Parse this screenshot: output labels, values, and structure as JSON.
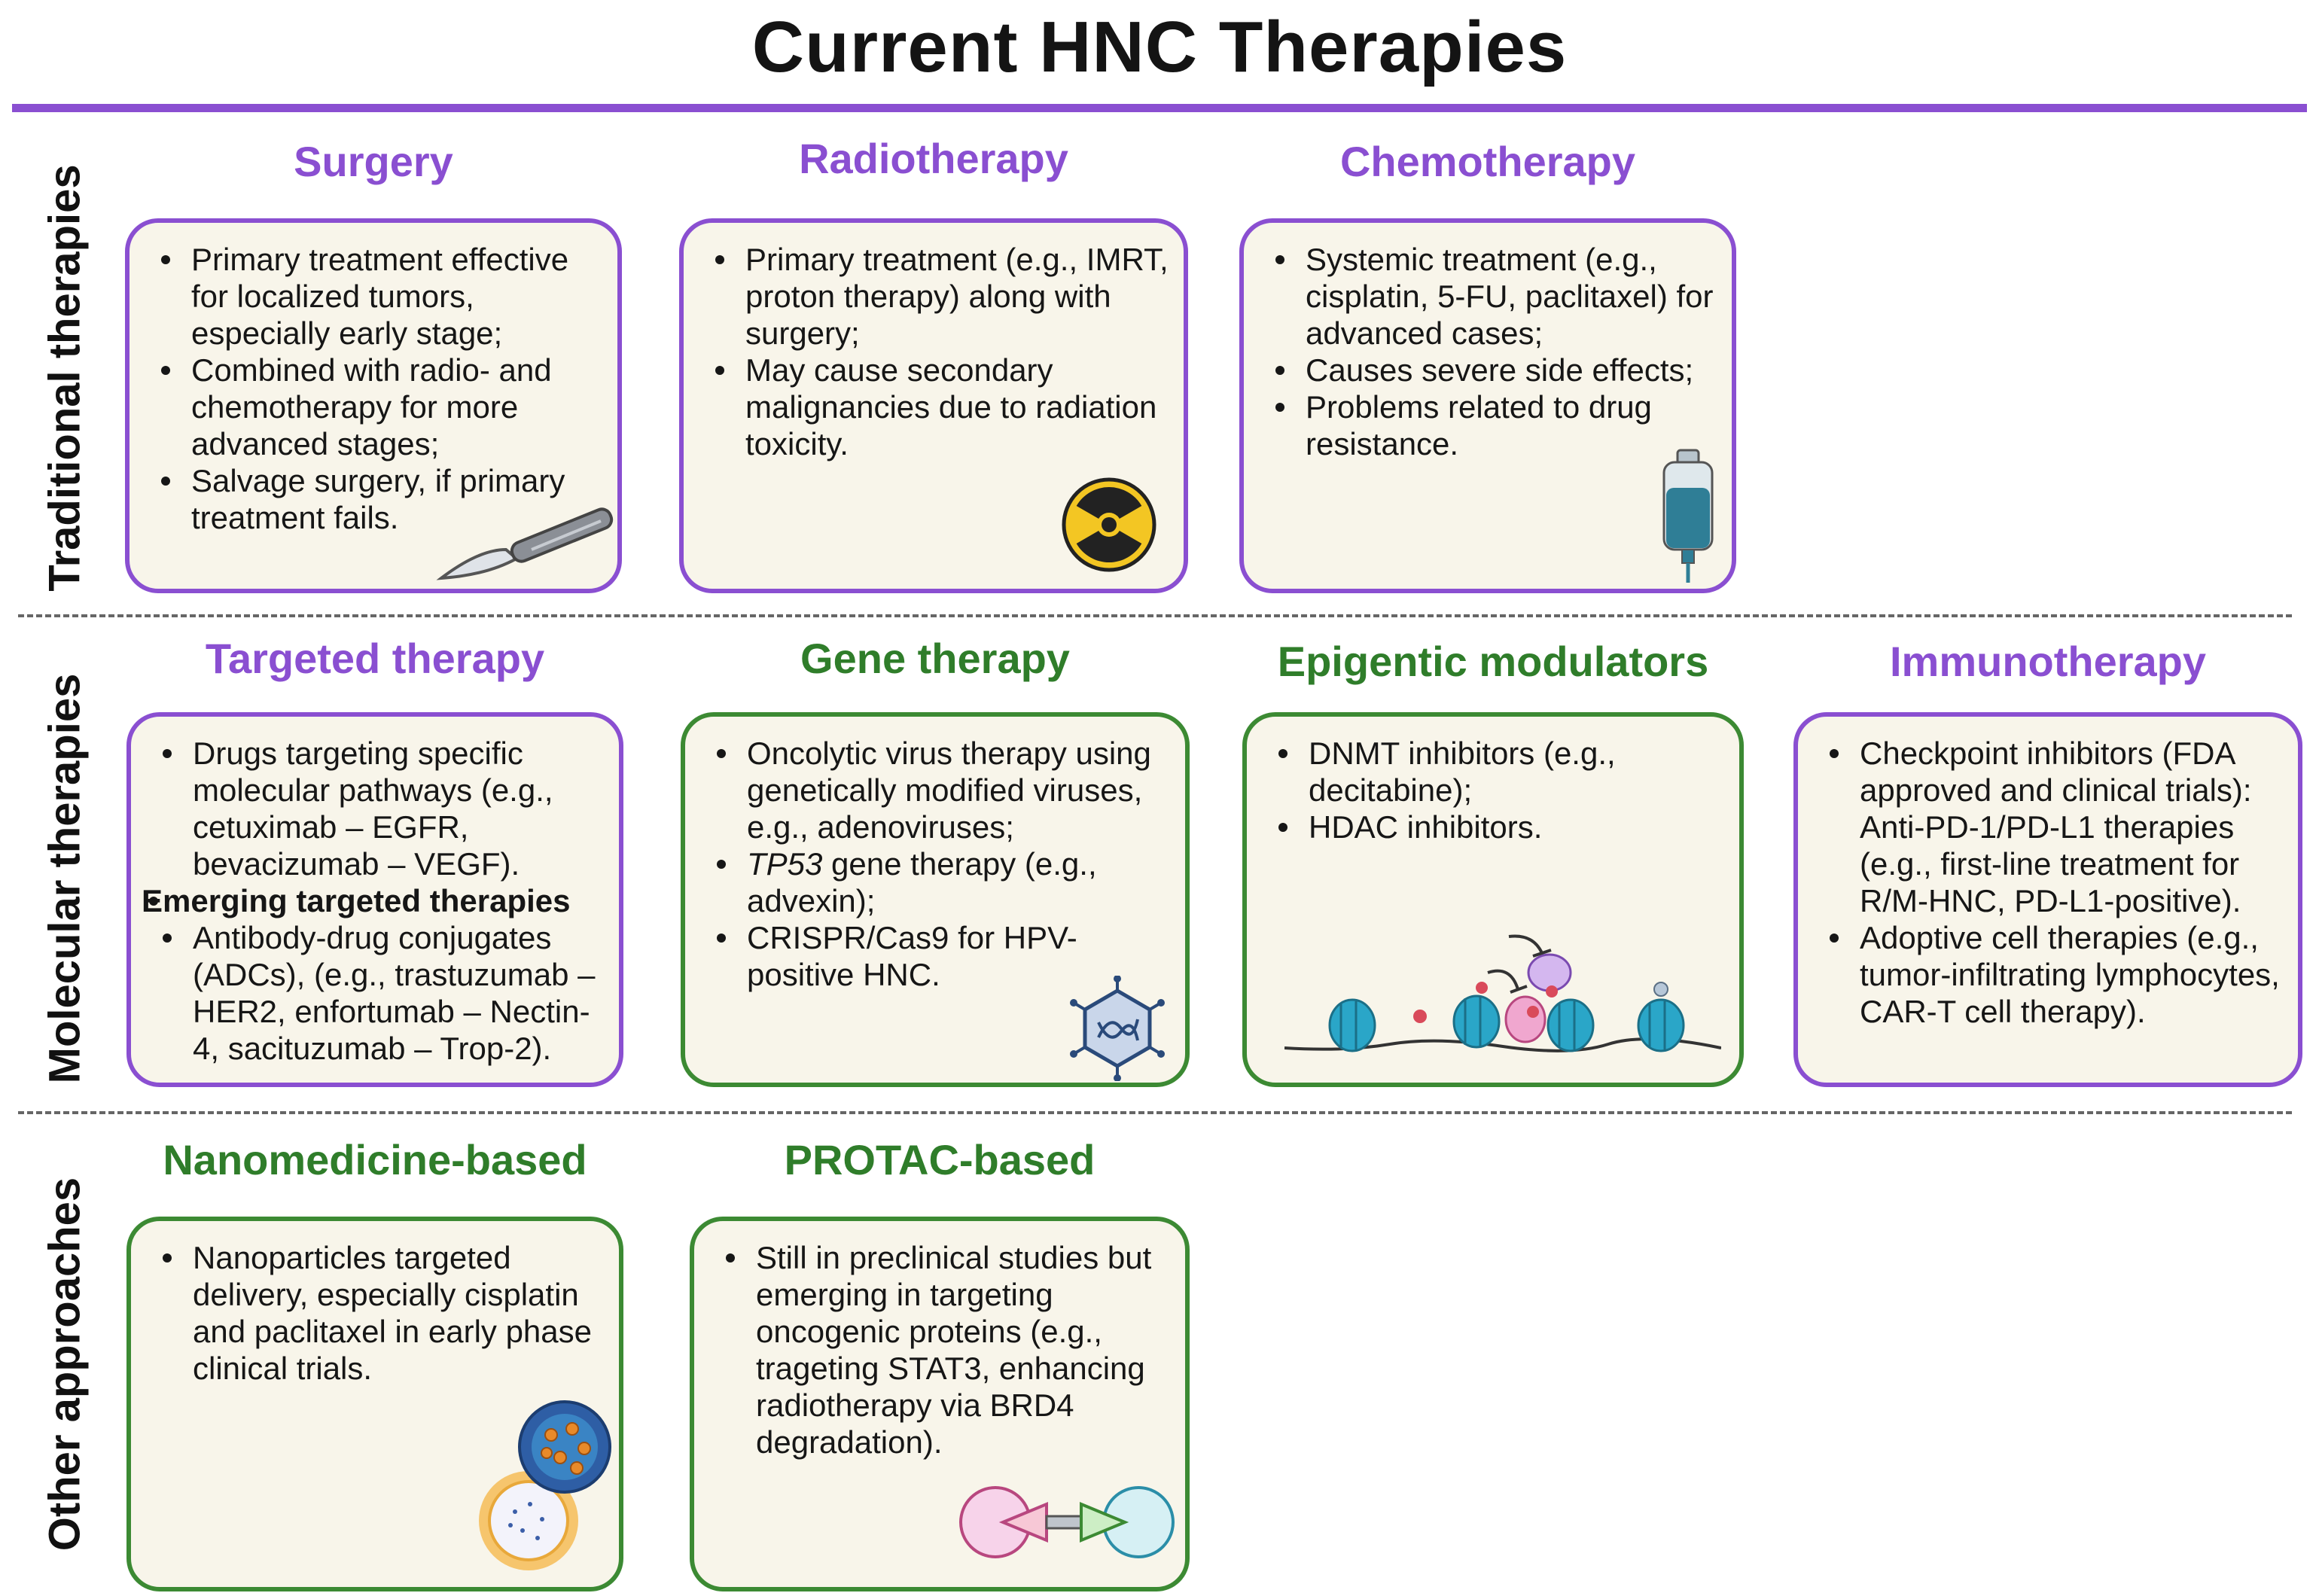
{
  "title": "Current HNC Therapies",
  "colors": {
    "accent_purple": "#8a4fd1",
    "accent_green": "#2f7d2a",
    "card_fill": "#f8f5ea"
  },
  "sections": {
    "traditional": "Traditional therapies",
    "molecular": "Molecular therapies",
    "other": "Other approaches"
  },
  "cards": {
    "surgery": {
      "heading": "Surgery",
      "bullets": [
        "Primary treatment effective for localized tumors, especially early stage;",
        "Combined with radio- and chemotherapy for more advanced stages;",
        "Salvage surgery, if primary treatment fails."
      ],
      "icon": "scalpel-icon"
    },
    "radiotherapy": {
      "heading": "Radiotherapy",
      "bullets": [
        "Primary treatment (e.g., IMRT, proton therapy) along with surgery;",
        "May cause secondary malignancies due to radiation toxicity."
      ],
      "icon": "radiation-icon"
    },
    "chemotherapy": {
      "heading": "Chemotherapy",
      "bullets": [
        "Systemic treatment (e.g., cisplatin, 5-FU, paclitaxel) for advanced cases;",
        "Causes severe side effects;",
        "Problems related to drug resistance."
      ],
      "icon": "iv-bag-icon"
    },
    "targeted": {
      "heading": "Targeted therapy",
      "bullets": [
        "Drugs targeting specific molecular pathways (e.g., cetuximab – EGFR, bevacizumab – VEGF)."
      ],
      "subheading": "Emerging targeted therapies",
      "sub_bullets": [
        "Antibody-drug conjugates (ADCs), (e.g., trastuzumab – HER2, enfortumab – Nectin-4, sacituzumab – Trop-2)."
      ]
    },
    "gene": {
      "heading": "Gene therapy",
      "bullet1": "Oncolytic virus therapy using genetically modified viruses, e.g., adenoviruses;",
      "bullet2_italic": "TP53",
      "bullet2_rest": " gene therapy (e.g., advexin);",
      "bullet3": "CRISPR/Cas9 for HPV-positive HNC.",
      "icon": "virus-icon"
    },
    "epigenetic": {
      "heading": "Epigentic modulators",
      "bullets": [
        "DNMT inhibitors (e.g., decitabine);",
        "HDAC inhibitors."
      ],
      "icon": "nucleosome-icon"
    },
    "immuno": {
      "heading": "Immunotherapy",
      "bullets": [
        "Checkpoint inhibitors (FDA approved and clinical trials): Anti-PD-1/PD-L1 therapies (e.g., first-line treatment for R/M-HNC, PD-L1-positive).",
        "Adoptive cell therapies (e.g., tumor-infiltrating lymphocytes, CAR-T cell therapy)."
      ]
    },
    "nano": {
      "heading": "Nanomedicine-based",
      "bullets": [
        "Nanoparticles targeted delivery, especially cisplatin and paclitaxel in early phase clinical trials."
      ],
      "icon": "nanoparticle-icon"
    },
    "protac": {
      "heading": "PROTAC-based",
      "bullets": [
        "Still in preclinical studies but emerging in targeting oncogenic proteins (e.g., trageting STAT3, enhancing radiotherapy via BRD4 degradation)."
      ],
      "icon": "protac-icon"
    }
  }
}
